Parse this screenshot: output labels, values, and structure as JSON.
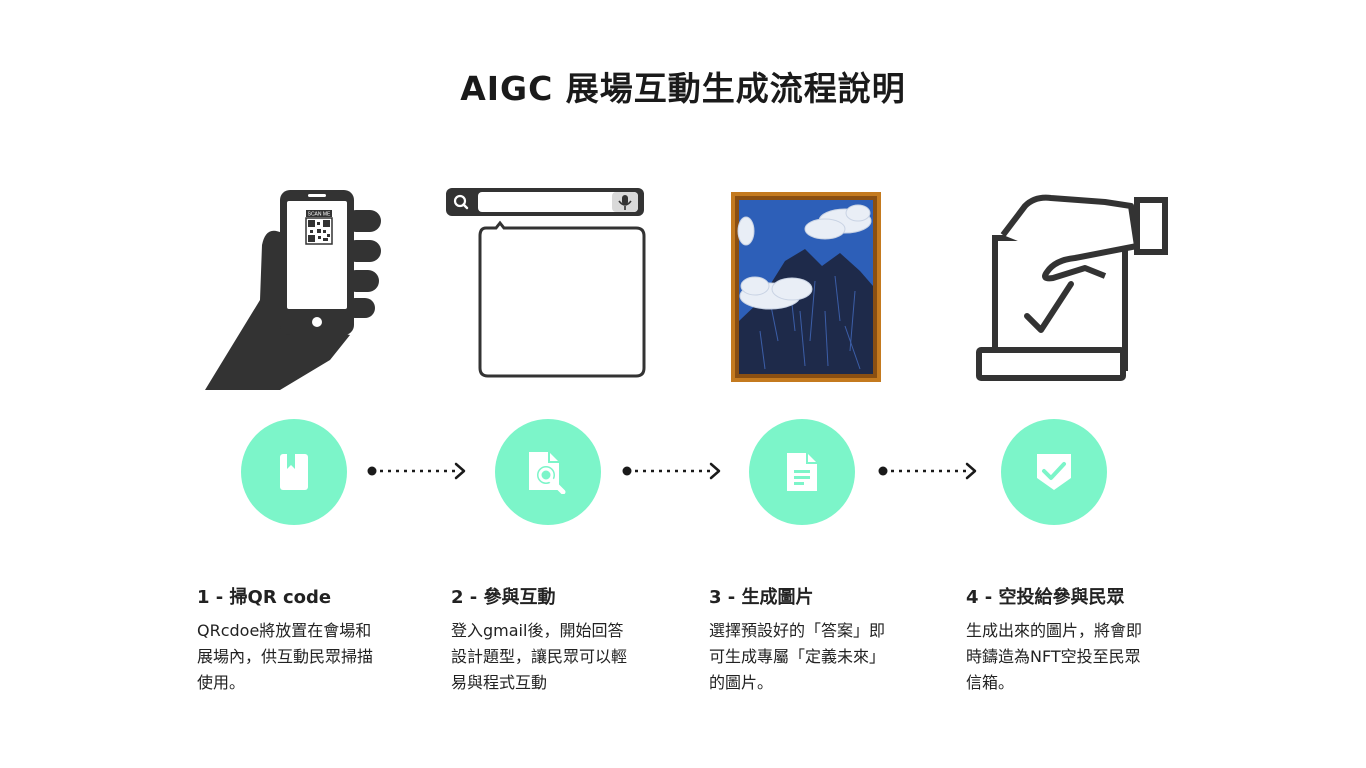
{
  "title": "AIGC 展場互動生成流程說明",
  "illustrations": {
    "phone": {
      "scan_label": "SCAN ME"
    }
  },
  "steps": [
    {
      "title": "1 - 掃QR code",
      "description": "QRcdoe將放置在會場和\n展場內，供互動民眾掃描\n使用。",
      "icon": "bookmark-card-icon"
    },
    {
      "title": "2 - 參與互動",
      "description": "登入gmail後，開始回答\n設計題型，讓民眾可以輕\n易與程式互動",
      "icon": "document-search-icon"
    },
    {
      "title": "3 - 生成圖片",
      "description": "選擇預設好的「答案」即\n可生成專屬「定義未來」\n的圖片。",
      "icon": "document-lines-icon"
    },
    {
      "title": "4 - 空投給參與民眾",
      "description": "生成出來的圖片，將會即\n時鑄造為NFT空投至民眾\n信箱。",
      "icon": "shield-check-icon"
    }
  ],
  "colors": {
    "circle": "#7cf5c9",
    "icon_dark": "#333333",
    "text": "#222222",
    "frame": "#c47a1f",
    "sky": "#2d5fb8",
    "mountain": "#1e2a4a"
  }
}
